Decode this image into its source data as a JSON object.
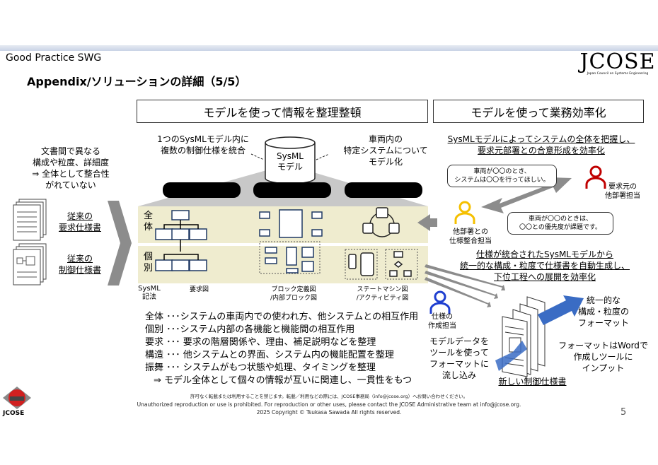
{
  "header": {
    "org": "Good Practice SWG",
    "title": "Appendix/ソリューションの詳細（5/5）",
    "logo_text": "JCOSE",
    "logo_sub": "Japan Council on Systems Engineering"
  },
  "sections": {
    "left_title": "モデルを使って情報を整理整頓",
    "right_title": "モデルを使って業務効率化"
  },
  "problem": [
    "文書間で異なる",
    "構成や粒度、詳細度",
    "⇒ 全体として整合性",
    "がれていない"
  ],
  "legacy_docs": [
    {
      "line1": "従来の",
      "line2": "要求仕様書"
    },
    {
      "line1": "従来の",
      "line2": "制御仕様書"
    }
  ],
  "model": {
    "integrate": [
      "1つのSysMLモデル内に",
      "複数の制御仕様を統合"
    ],
    "cylinder": [
      "SysML",
      "モデル"
    ],
    "vehicle": [
      "車両内の",
      "特定システムについて",
      "モデル化"
    ]
  },
  "rows": {
    "whole": "全体",
    "individual": "個別"
  },
  "notation": {
    "label": [
      "SysML",
      "記法"
    ],
    "req": "要求図",
    "block": [
      "ブロック定義図",
      "/内部ブロック図"
    ],
    "state": [
      "ステートマシン図",
      "/アクティビティ図"
    ]
  },
  "descriptions": [
    "全体 ･･･システムの車両内での使われ方、他システムとの相互作用",
    "個別 ･･･システム内部の各機能と機能間の相互作用",
    "要求 ･･･ 要求の階層関係や、理由、補足説明などを整理",
    "構造 ･･･ 他システムとの界面、システム内の機能配置を整理",
    "振舞 ･･･ システムがもつ状態や処理、タイミングを整理",
    "⇒ モデル全体として個々の情報が互いに関連し、一貫性をもつ"
  ],
  "right": {
    "headline1": [
      "SysMLモデルによってシステムの全体を把握し、",
      "要求元部署との合意形成を効率化"
    ],
    "bubble1": [
      "車両が〇〇のとき、",
      "システムは〇〇を行ってほしい。"
    ],
    "bubble2": [
      "車両が〇〇のときは、",
      "〇〇との優先度が課題です。"
    ],
    "person_req": [
      "要求元の",
      "他部署担当"
    ],
    "person_coord": [
      "他部署との",
      "仕様整合担当"
    ],
    "headline2": [
      "仕様が統合されたSysMLモデルから",
      "統一的な構成・粒度で仕様書を自動生成し、",
      "下位工程への展開を効率化"
    ],
    "person_author": [
      "仕様の",
      "作成担当"
    ],
    "flow_text": [
      "モデルデータを",
      "ツールを使って",
      "フォーマットに",
      "流し込み"
    ],
    "unified": [
      "統一的な",
      "構成・粒度の",
      "フォーマット"
    ],
    "word": [
      "フォーマットはWordで",
      "作成しツールに",
      "インプット"
    ],
    "new_doc": "新しい制御仕様書"
  },
  "footer": {
    "jp": "許可なく転載または利用することを禁じます。転載／利用などの際には、JCOSE事務局（info@jcose.org）へお問い合わせください。",
    "en": "Unauthorized reproduction or use is prohibited.  For reproduction or other uses, please contact the JCOSE Administrative team at info@jcose.org.",
    "copyright": "2025 Copyright © Tsukasa Sawada All rights reserved.",
    "page": "5",
    "logo": "JCOSE"
  },
  "colors": {
    "person_red": "#c00000",
    "person_yellow": "#f5c000",
    "person_blue": "#1f3fd0",
    "arrow_blue": "#3a6cc4",
    "band": "#efeccf"
  }
}
